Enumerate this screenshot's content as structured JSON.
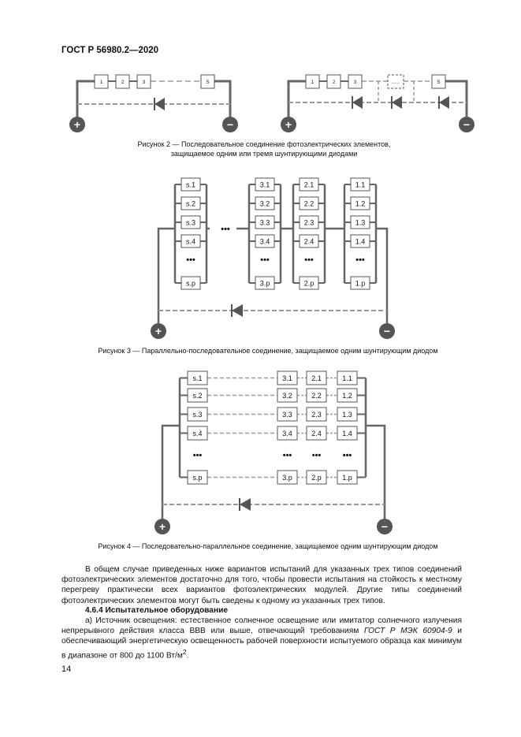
{
  "header": {
    "standard": "ГОСТ Р 56980.2—2020"
  },
  "figure2": {
    "left": {
      "cells": [
        "1",
        "2",
        "3",
        "S"
      ]
    },
    "right": {
      "cells": [
        "1",
        "2",
        "3",
        "......",
        "S"
      ]
    },
    "plus": "+",
    "minus": "−",
    "caption_line1": "Рисунок 2 — Последовательное соединение фотоэлектрических элементов,",
    "caption_line2": "защищаемое одним или тремя шунтирующими диодами"
  },
  "figure3": {
    "columns": [
      [
        "s.1",
        "s.2",
        "s.3",
        "s.4",
        "s.p"
      ],
      [
        "3.1",
        "3.2",
        "3.3",
        "3.4",
        "3.p"
      ],
      [
        "2.1",
        "2.2",
        "2.3",
        "2.4",
        "2.p"
      ],
      [
        "1.1",
        "1.2",
        "1.3",
        "1.4",
        "1.p"
      ]
    ],
    "dots": "•••",
    "caption": "Рисунок 3 — Параллельно-последовательное соединение, защищаемое одним шунтирующим диодом"
  },
  "figure4": {
    "columns": [
      [
        "s.1",
        "s.2",
        "s.3",
        "s.4",
        "s.p"
      ],
      [
        "3.1",
        "3.2",
        "3.3",
        "3.4",
        "3.p"
      ],
      [
        "2.1",
        "2.2",
        "2.3",
        "2.4",
        "2.p"
      ],
      [
        "1.1",
        "1.2",
        "1.3",
        "1.4",
        "1.p"
      ]
    ],
    "dots": "•••",
    "caption": "Рисунок 4 — Последовательно-параллельное соединение, защищаемое одним шунтирующим диодом"
  },
  "text": {
    "para1": "В общем случае приведенных ниже вариантов испытаний для указанных трех типов соединений фотоэлектрических элементов достаточно для того, чтобы провести испытания на стойкость к местному перегреву практически всех вариантов фотоэлектрических модулей. Другие типы соединений фотоэлектрических элементов могут быть сведены к одному из указанных трех типов.",
    "section_title": "4.6.4 Испытательное оборудование",
    "para2_start": "а) Источник освещения: естественное солнечное освещение или имитатор солнечного излучения непрерывного действия класса ВВВ или выше, отвечающий требованиям ",
    "para2_ref": "ГОСТ Р МЭК 60904-9",
    "para2_end": " и обеспечивающий энергетическую освещенность рабочей поверхности испытуемого образца как минимум в диапазоне от 800 до 1100 Вт/м",
    "para2_sup": "2",
    "para2_tail": "."
  },
  "page_number": "14"
}
